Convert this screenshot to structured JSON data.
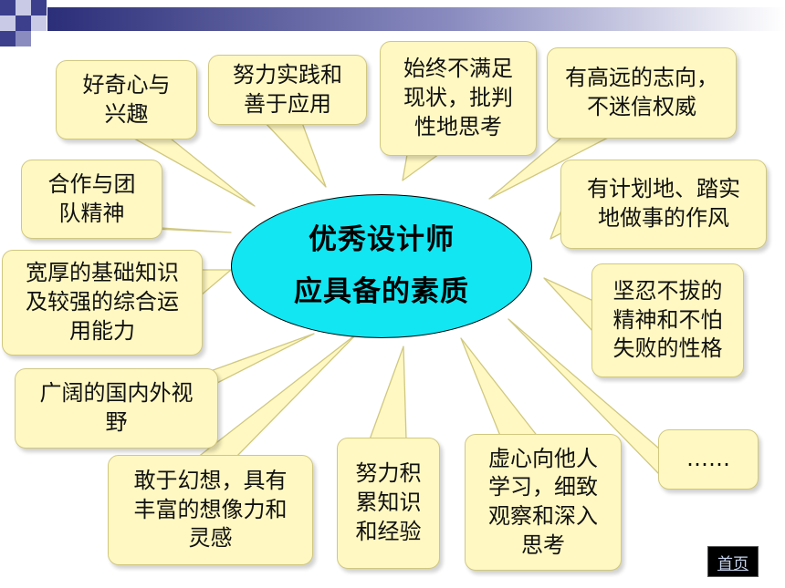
{
  "center": {
    "line1": "优秀设计师",
    "line2": "应具备的素质"
  },
  "qualities": [
    "好奇心与\n兴趣",
    "努力实践和\n善于应用",
    "始终不满足\n现状，批判\n性地思考",
    "有高远的志向，\n不迷信权威",
    "合作与团\n队精神",
    "有计划地、踏实\n地做事的作风",
    "宽厚的基础知识\n及较强的综合运\n用能力",
    "坚忍不拔的\n精神和不怕\n失败的性格",
    "广阔的国内外视\n野",
    "敢于幻想，具有\n丰富的想像力和\n灵感",
    "努力积\n累知识\n和经验",
    "虚心向他人\n学习，细致\n观察和深入\n思考",
    "……"
  ],
  "nav": {
    "home_label": "首页"
  },
  "colors": {
    "hub_fill": "#11e6f2",
    "bubble_fill": "#fff8c2",
    "bubble_border": "#d0c880",
    "deco_square": "#3b3f8c",
    "deco_gradient_start": "#2b2e78",
    "deco_gradient_end": "#ffffff",
    "home_button_bg": "#000000",
    "home_button_text": "#c6d3ec"
  }
}
